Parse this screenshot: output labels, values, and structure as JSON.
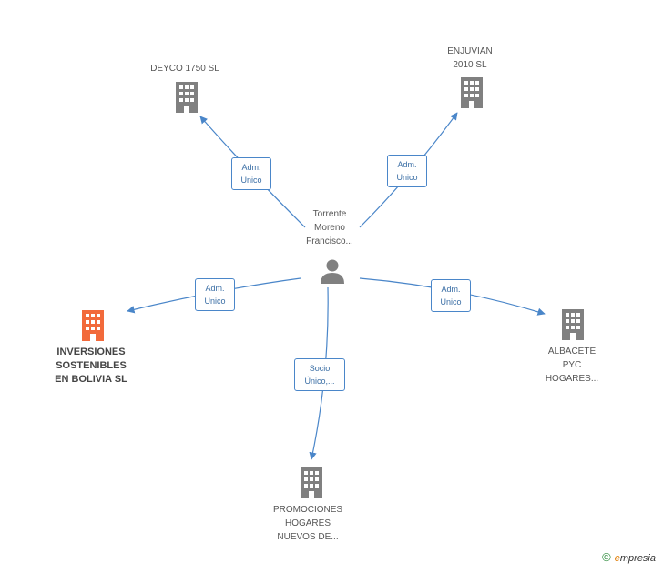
{
  "colors": {
    "edge": "#4a86c9",
    "building": "#808080",
    "building_focus": "#f26a3b",
    "person": "#808080"
  },
  "center": {
    "lines": [
      "Torrente",
      "Moreno",
      "Francisco..."
    ]
  },
  "nodes": [
    {
      "id": "deyco",
      "lines": [
        "DEYCO 1750 SL"
      ],
      "focus": false
    },
    {
      "id": "enjuvian",
      "lines": [
        "ENJUVIAN",
        "2010 SL"
      ],
      "focus": false
    },
    {
      "id": "inversiones",
      "lines": [
        "INVERSIONES",
        "SOSTENIBLES",
        "EN BOLIVIA SL"
      ],
      "focus": true
    },
    {
      "id": "albacete",
      "lines": [
        "ALBACETE",
        "PYC",
        "HOGARES..."
      ],
      "focus": false
    },
    {
      "id": "promociones",
      "lines": [
        "PROMOCIONES",
        "HOGARES",
        "NUEVOS DE..."
      ],
      "focus": false
    }
  ],
  "edges": [
    {
      "to": "deyco",
      "label": [
        "Adm.",
        "Unico"
      ]
    },
    {
      "to": "enjuvian",
      "label": [
        "Adm.",
        "Unico"
      ]
    },
    {
      "to": "inversiones",
      "label": [
        "Adm.",
        "Unico"
      ]
    },
    {
      "to": "albacete",
      "label": [
        "Adm.",
        "Unico"
      ]
    },
    {
      "to": "promociones",
      "label": [
        "Socio",
        "Único,..."
      ]
    }
  ],
  "footer": {
    "copyright": "©",
    "brand_first": "e",
    "brand_rest": "mpresia"
  }
}
